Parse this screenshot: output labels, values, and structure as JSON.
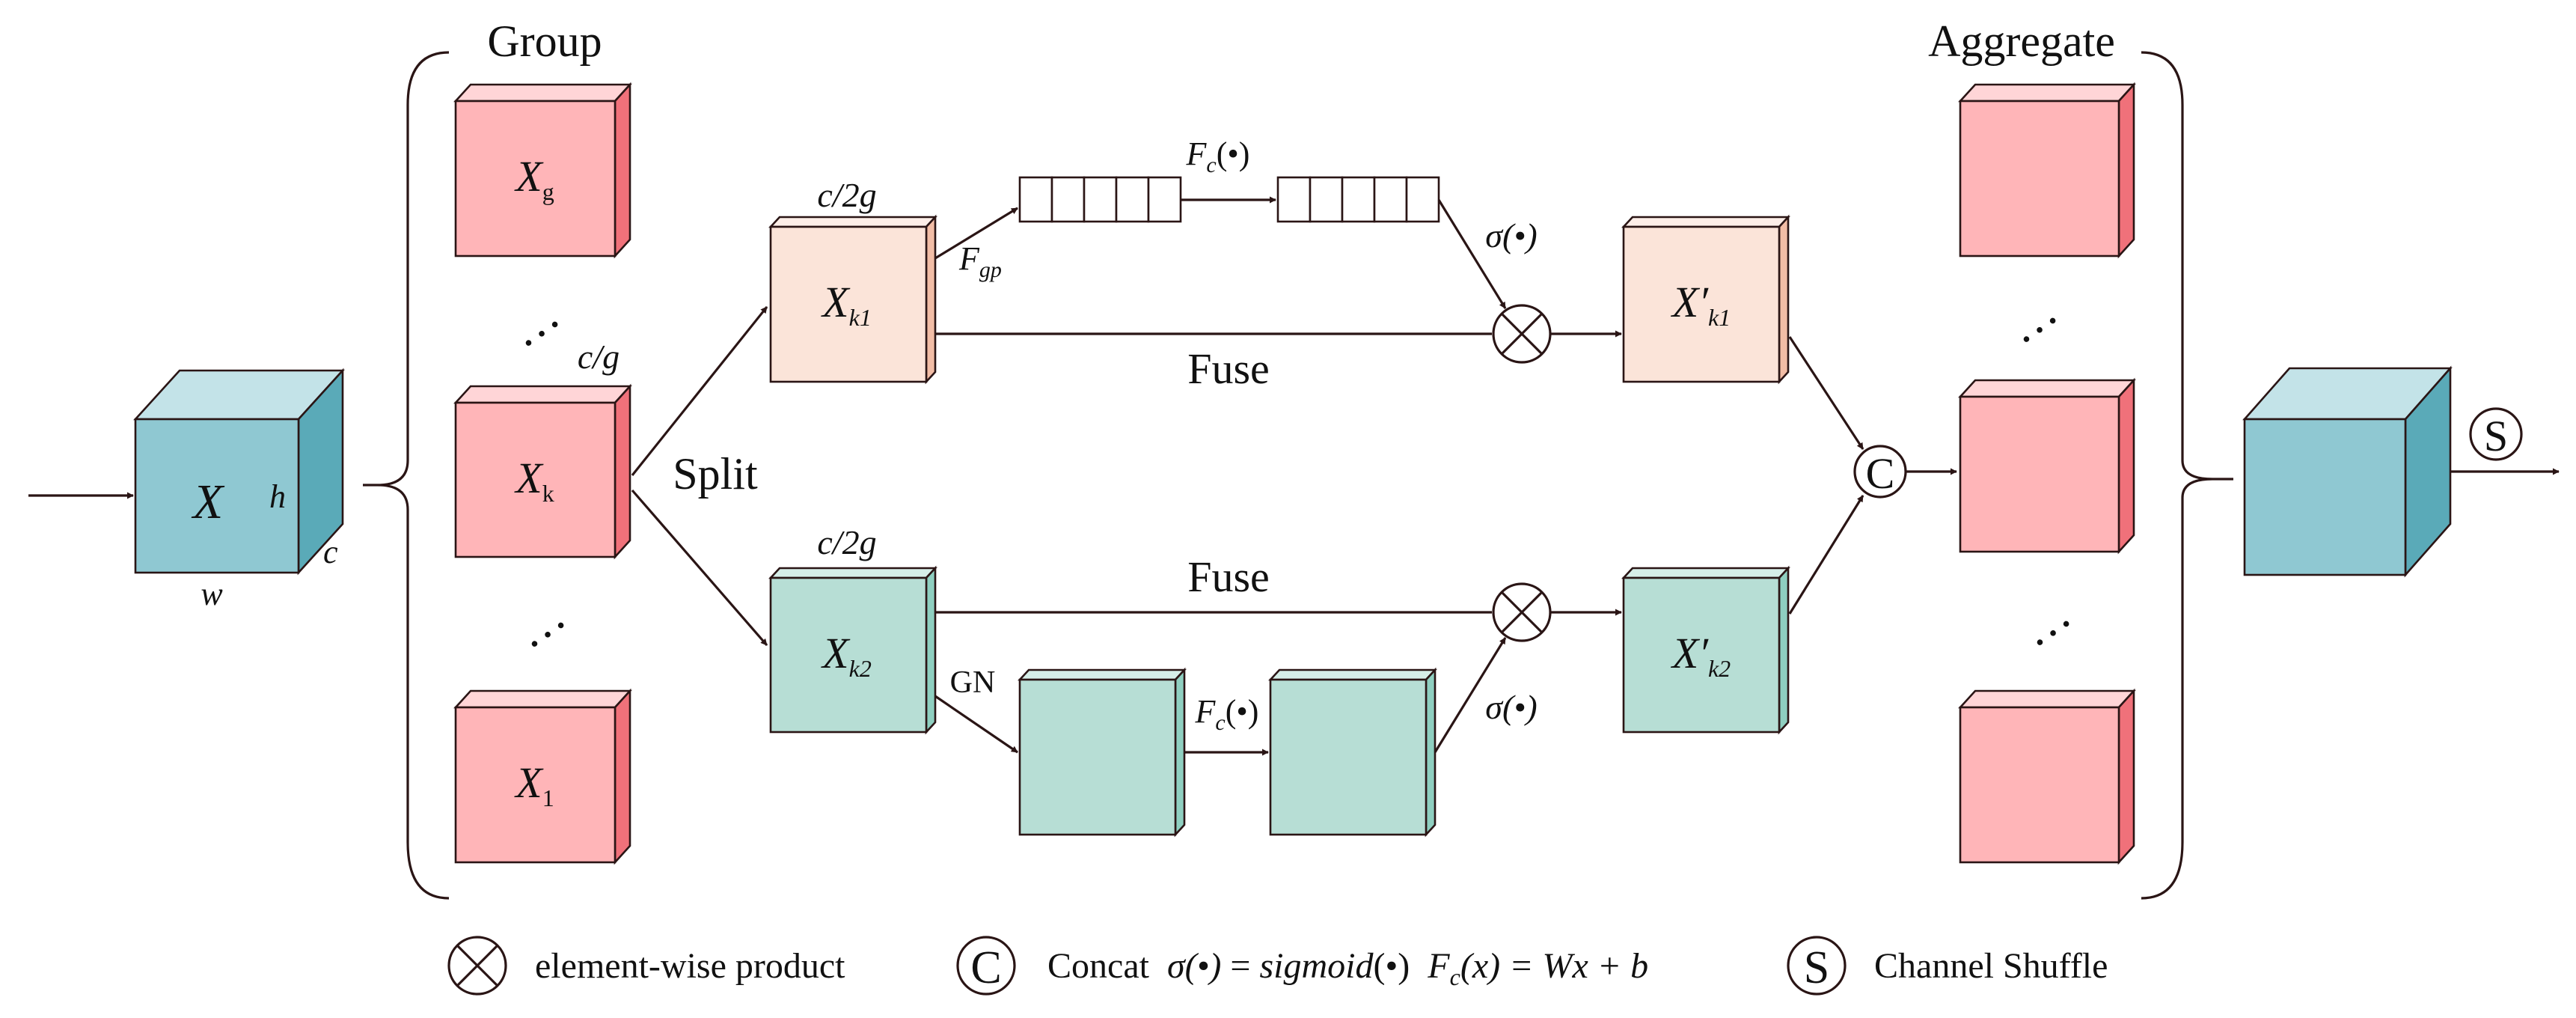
{
  "labels": {
    "group": "Group",
    "aggregate": "Aggregate",
    "split": "Split",
    "fuse_top": "Fuse",
    "fuse_bottom": "Fuse",
    "gn": "GN",
    "c2g_top": "c/2g",
    "c2g_bottom": "c/2g",
    "cg": "c/g",
    "fgp": {
      "base": "F",
      "sub": "gp"
    },
    "fc_top": {
      "base": "F",
      "sub": "c",
      "arg": "(•)"
    },
    "fc_bottom": {
      "base": "F",
      "sub": "c",
      "arg": "(•)"
    },
    "sigma_top": "σ(•)",
    "sigma_bottom": "σ(•)",
    "ellipsis": "…"
  },
  "input": {
    "label": "X",
    "h": "h",
    "w": "w",
    "c": "c"
  },
  "groups": [
    {
      "base": "X",
      "sub": "g"
    },
    {
      "base": "X",
      "sub": "k"
    },
    {
      "base": "X",
      "sub": "1"
    }
  ],
  "branches": {
    "top": {
      "base": "X",
      "sub": "k1"
    },
    "bottom": {
      "base": "X",
      "sub": "k2"
    },
    "top_out": {
      "base": "X′",
      "sub": "k1"
    },
    "bottom_out": {
      "base": "X′",
      "sub": "k2"
    }
  },
  "symbols": {
    "product": "⊗",
    "concat": "C",
    "shuffle": "S"
  },
  "legend": {
    "product": "element-wise product",
    "concat": "Concat",
    "sigmoid_lhs": "σ(•)",
    "sigmoid_eq": " = ",
    "sigmoid_fn": "sigmoid",
    "sigmoid_arg": "(•)",
    "fc_base": "F",
    "fc_sub": "c",
    "fc_rhs": "(x) = Wx + b",
    "shuffle": "Channel Shuffle"
  },
  "colors": {
    "pink_front": "#ffb5b8",
    "pink_side": "#f0717a",
    "pink_top": "#ffd5d7",
    "peach_front": "#fbe4d9",
    "peach_side": "#f2bda6",
    "mint_front": "#b7ded5",
    "mint_side": "#8fcfc0",
    "teal_front": "#8fc8d2",
    "teal_side": "#5aaab8",
    "teal_top": "#c3e3e8"
  }
}
